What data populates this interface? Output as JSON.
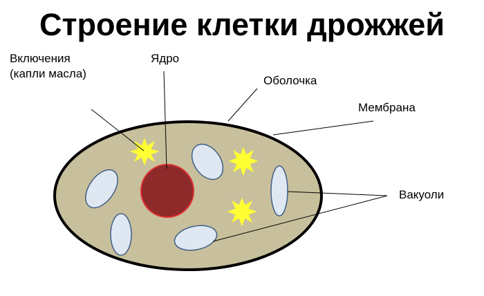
{
  "title": "Строение клетки дрожжей",
  "labels": {
    "inclusions_line1": "Включения",
    "inclusions_line2": "(капли масла)",
    "nucleus": "Ядро",
    "shell": "Оболочка",
    "membrane": "Мембрана",
    "vacuoles": "Вакуоли"
  },
  "colors": {
    "cytoplasm": "#c8bf9c",
    "outline": "#000000",
    "nucleus": "#8e2a2a",
    "nucleus_rim": "#e03030",
    "vacuole": "#dfe8f2",
    "vacuole_rim": "#3f5e86",
    "inclusion": "#ffff33",
    "leader_line": "#000000"
  }
}
